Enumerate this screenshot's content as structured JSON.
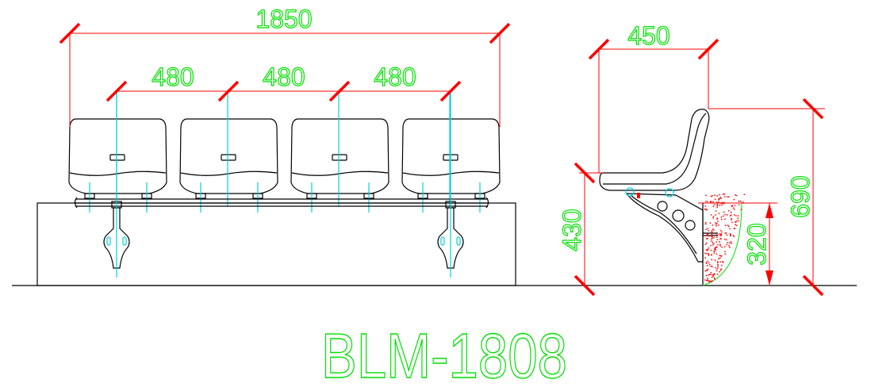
{
  "model": "BLM-1808",
  "front_view": {
    "overall_width": "1850",
    "seat_pitch": [
      "480",
      "480",
      "480"
    ],
    "seat_count": 4
  },
  "side_view": {
    "depth": "450",
    "total_height": "690",
    "seat_height": "430",
    "riser_height": "320"
  },
  "colors": {
    "dimension_text": "#00e000",
    "dimension_line": "#ff0000",
    "centerline": "#00d0e0",
    "outline": "#000000"
  }
}
